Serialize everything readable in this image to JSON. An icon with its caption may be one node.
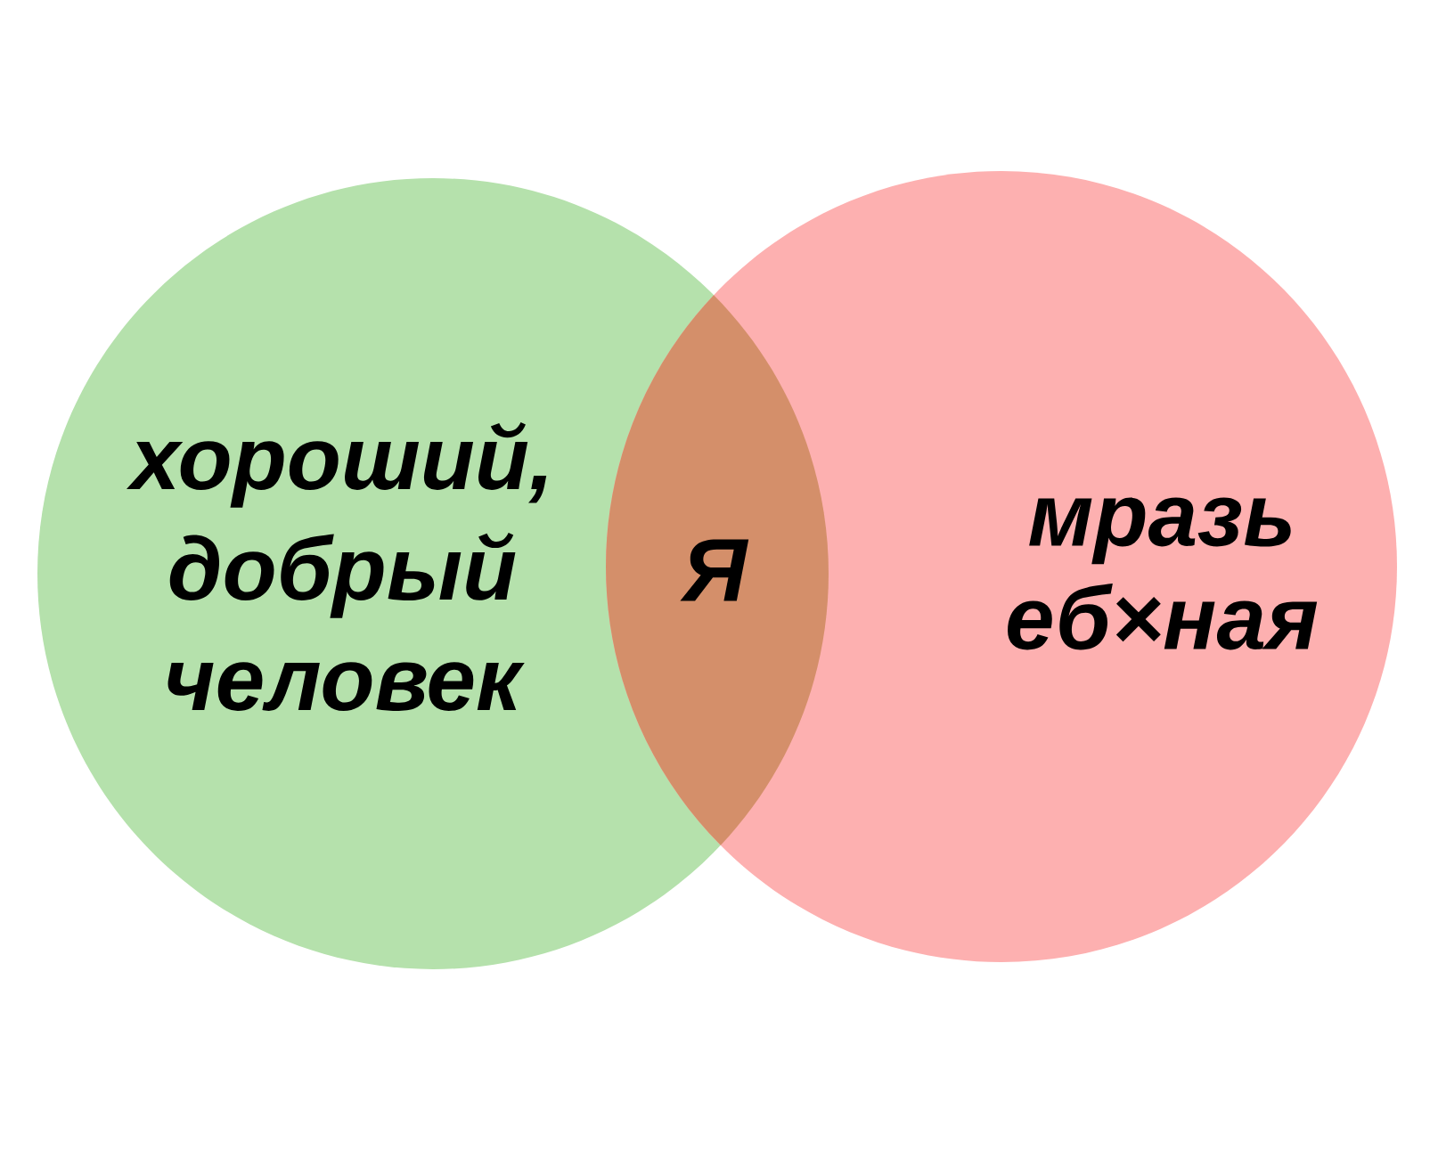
{
  "diagram": {
    "nodes": [
      {
        "text": [
          "хороший, добрый человек"
        ]
      },
      {
        "text": [
          "мразь еб×ная"
        ]
      },
      {
        "text": [
          "Я"
        ]
      }
    ]
  }
}
